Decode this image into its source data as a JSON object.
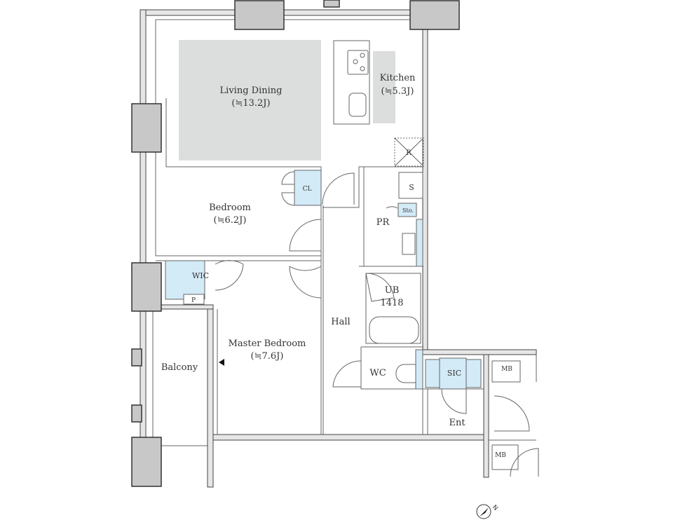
{
  "rooms": {
    "living_dining": {
      "name": "Living Dining",
      "size": "(≒13.2J)"
    },
    "kitchen": {
      "name": "Kitchen",
      "size": "(≒5.3J)"
    },
    "bedroom": {
      "name": "Bedroom",
      "size": "(≒6.2J)"
    },
    "master_bedroom": {
      "name": "Master Bedroom",
      "size": "(≒7.6J)"
    },
    "balcony": {
      "name": "Balcony"
    },
    "hall": {
      "name": "Hall"
    },
    "pr": {
      "name": "PR"
    },
    "ub": {
      "name": "UB",
      "size": "1418"
    },
    "wc": {
      "name": "WC"
    },
    "sic": {
      "name": "SIC"
    },
    "ent": {
      "name": "Ent"
    },
    "mb1": {
      "name": "MB"
    },
    "mb2": {
      "name": "MB"
    },
    "cl": {
      "name": "CL"
    },
    "wic": {
      "name": "WIC"
    },
    "p": {
      "name": "P"
    },
    "s": {
      "name": "S"
    },
    "sto": {
      "name": "Sto."
    },
    "r": {
      "name": "R"
    }
  },
  "compass": {
    "label": "N"
  },
  "colors": {
    "storage": "#d3eaf7",
    "furniture": "#dcdddd",
    "column": "#c8c8c8"
  }
}
